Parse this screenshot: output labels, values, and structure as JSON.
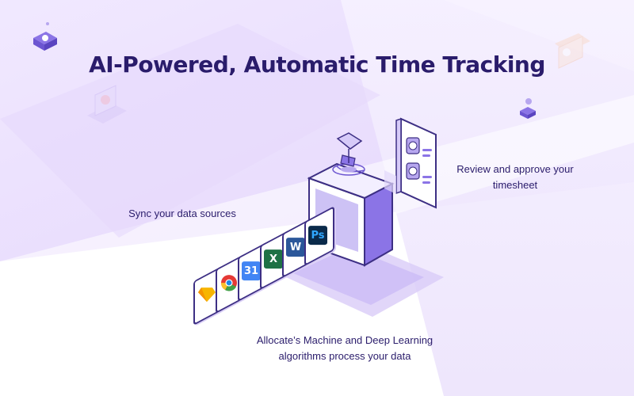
{
  "heading": {
    "title": "AI-Powered, Automatic Time Tracking"
  },
  "captions": {
    "sync": "Sync your data sources",
    "review_line1": "Review and approve your",
    "review_line2": "timesheet",
    "allocate_line1": "Allocate’s Machine and Deep Learning",
    "allocate_line2": "algorithms process your data"
  },
  "apps": [
    {
      "icon": "sketch-icon",
      "label": "",
      "color": "#f7b500"
    },
    {
      "icon": "chrome-icon",
      "label": "",
      "color": "#e53935"
    },
    {
      "icon": "google-calendar-icon",
      "label": "31",
      "color": "#4285f4"
    },
    {
      "icon": "excel-icon",
      "label": "X",
      "color": "#1e7145"
    },
    {
      "icon": "word-icon",
      "label": "W",
      "color": "#2b579a"
    },
    {
      "icon": "photoshop-icon",
      "label": "Ps",
      "color": "#0a2a4a"
    }
  ],
  "colors": {
    "title": "#2a1c6b",
    "accent": "#8b74e6",
    "accent_light": "#e9e1fb",
    "outline": "#3d2f84"
  }
}
